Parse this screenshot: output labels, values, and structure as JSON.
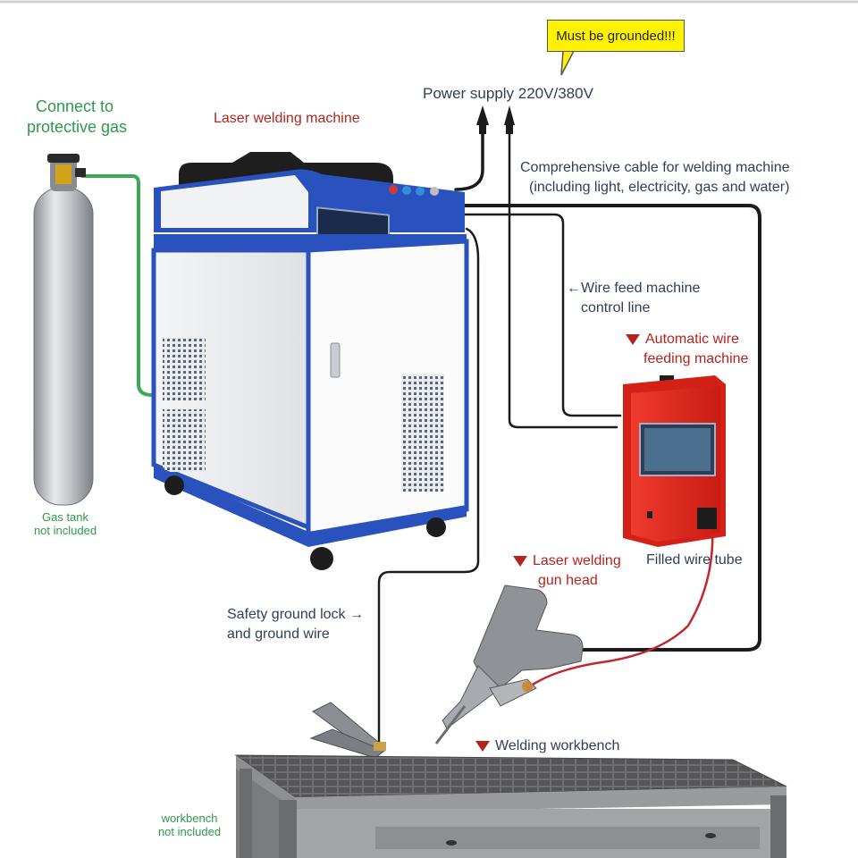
{
  "callout": {
    "text": "Must be grounded!!!",
    "color": "#fff200"
  },
  "labels": {
    "power_supply": "Power supply 220V/380V",
    "connect_gas_line1": "Connect to",
    "connect_gas_line2": "protective gas",
    "laser_machine": "Laser welding machine",
    "cable_line1": "Comprehensive cable for welding machine",
    "cable_line2": "(including light, electricity, gas and water)",
    "wire_feed_line1": "←Wire feed machine",
    "wire_feed_line2": "control line",
    "auto_feeder_line1": "Automatic wire",
    "auto_feeder_line2": "feeding machine",
    "gas_tank_line1": "Gas tank",
    "gas_tank_line2": "not included",
    "filled_wire": "Filled wire tube",
    "gun_head_line1": "Laser welding",
    "gun_head_line2": "gun head",
    "ground_line1": "Safety ground lock →",
    "ground_line2": "and ground wire",
    "workbench": "Welding workbench",
    "workbench_note_line1": "workbench",
    "workbench_note_line2": "not included"
  },
  "colors": {
    "label_blue": "#2f3f57",
    "label_red": "#b3241e",
    "label_green": "#2e9a4b",
    "machine_blue": "#2a52be",
    "feeder_red": "#e0231c"
  }
}
